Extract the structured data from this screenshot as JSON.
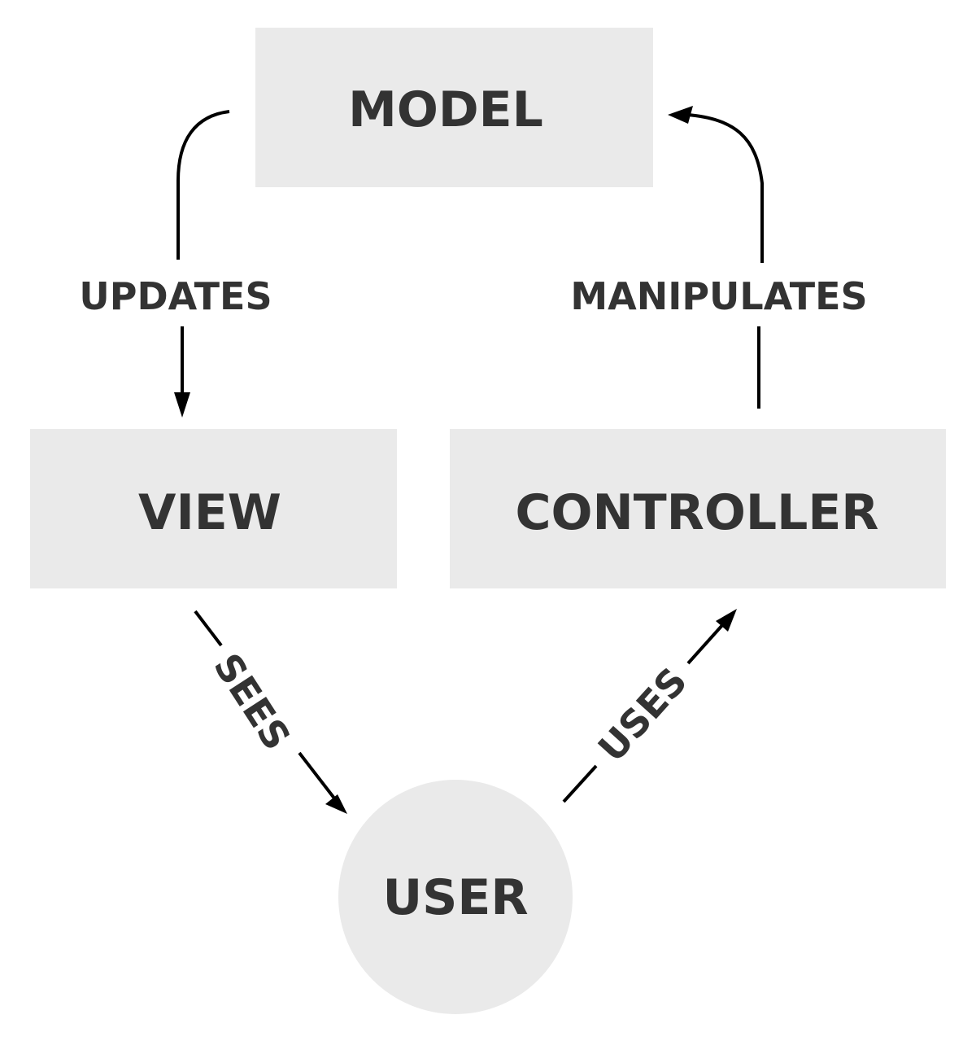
{
  "nodes": {
    "model": "MODEL",
    "view": "VIEW",
    "controller": "CONTROLLER",
    "user": "USER"
  },
  "edges": {
    "updates": "UPDATES",
    "manipulates": "MANIPULATES",
    "sees": "SEES",
    "uses": "USES"
  },
  "colors": {
    "node_fill": "#eaeaea",
    "text": "#333333",
    "line": "#000000",
    "background": "#ffffff"
  }
}
